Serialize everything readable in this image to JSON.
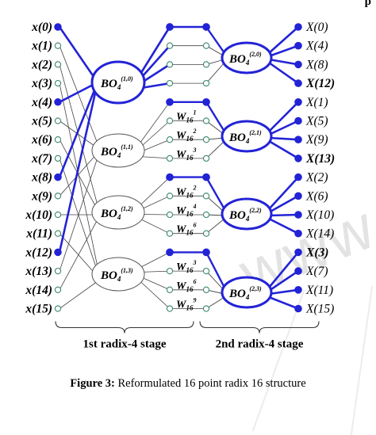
{
  "banner_text": "p",
  "inputs": [
    "x(0)",
    "x(1)",
    "x(2)",
    "x(3)",
    "x(4)",
    "x(5)",
    "x(6)",
    "x(7)",
    "x(8)",
    "x(9)",
    "x(10)",
    "x(11)",
    "x(12)",
    "x(13)",
    "x(14)",
    "x(15)"
  ],
  "outputs": [
    "X(0)",
    "X(4)",
    "X(8)",
    "X(12)",
    "X(1)",
    "X(5)",
    "X(9)",
    "X(13)",
    "X(2)",
    "X(6)",
    "X(10)",
    "X(14)",
    "X(3)",
    "X(7)",
    "X(11)",
    "X(15)"
  ],
  "bold_outputs": [
    "X(12)",
    "X(13)",
    "X(3)"
  ],
  "stage1_blocks": [
    {
      "base": "BO",
      "sub": "4",
      "sup": "(1,0)",
      "highlight": true
    },
    {
      "base": "BO",
      "sub": "4",
      "sup": "(1,1)",
      "highlight": false
    },
    {
      "base": "BO",
      "sub": "4",
      "sup": "(1,2)",
      "highlight": false
    },
    {
      "base": "BO",
      "sub": "4",
      "sup": "(1,3)",
      "highlight": false
    }
  ],
  "stage2_blocks": [
    {
      "base": "BO",
      "sub": "4",
      "sup": "(2,0)"
    },
    {
      "base": "BO",
      "sub": "4",
      "sup": "(2,1)"
    },
    {
      "base": "BO",
      "sub": "4",
      "sup": "(2,2)"
    },
    {
      "base": "BO",
      "sub": "4",
      "sup": "(2,3)"
    }
  ],
  "twiddles": [
    {
      "index": 5,
      "base": "W",
      "sub": "16",
      "sup": "1"
    },
    {
      "index": 6,
      "base": "W",
      "sub": "16",
      "sup": "2"
    },
    {
      "index": 7,
      "base": "W",
      "sub": "16",
      "sup": "3"
    },
    {
      "index": 9,
      "base": "W",
      "sub": "16",
      "sup": "2"
    },
    {
      "index": 10,
      "base": "W",
      "sub": "16",
      "sup": "4"
    },
    {
      "index": 11,
      "base": "W",
      "sub": "16",
      "sup": "6"
    },
    {
      "index": 13,
      "base": "W",
      "sub": "16",
      "sup": "3"
    },
    {
      "index": 14,
      "base": "W",
      "sub": "16",
      "sup": "6"
    },
    {
      "index": 15,
      "base": "W",
      "sub": "16",
      "sup": "9"
    }
  ],
  "stage_labels": {
    "stage1": "1st radix-4 stage",
    "stage2": "2nd radix-4 stage"
  },
  "caption": {
    "label": "Figure 3:",
    "text": " Reformulated 16 point radix 16 structure"
  },
  "watermark": "www",
  "colors": {
    "highlight": "#2323d6",
    "line": "#444444",
    "node_open": "#3a8a6a",
    "text": "#000000"
  }
}
